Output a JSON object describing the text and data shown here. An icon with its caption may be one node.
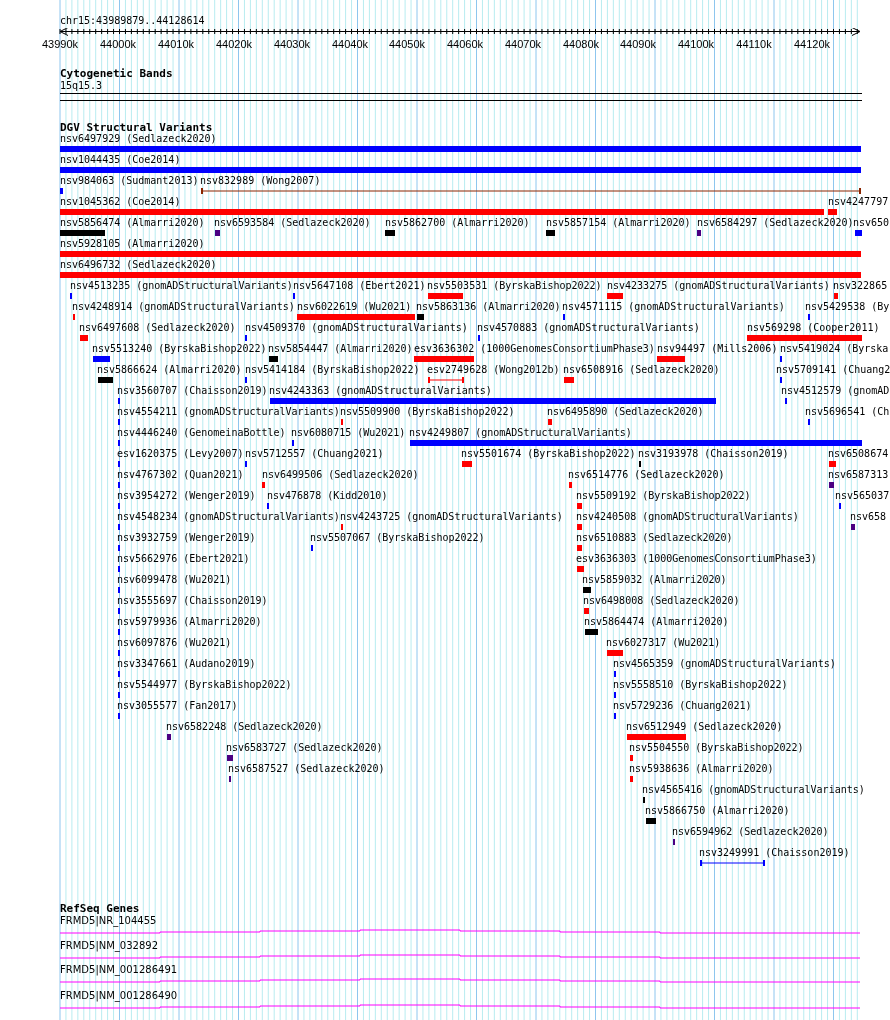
{
  "diagram": {
    "labels": [
      "chr15:43989879..44128614",
      "43990k",
      "44000k",
      "44010k",
      "44020k",
      "44030k",
      "44040k",
      "44050k",
      "44060k",
      "44070k",
      "44080k",
      "44090k",
      "44100k",
      "44110k",
      "44120k",
      "Cytogenetic Bands",
      "15q15.3",
      "DGV Structural Variants",
      "nsv6497929 (Sedlazeck2020)",
      "nsv1044435 (Coe2014)",
      "nsv984063 (Sudmant2013)",
      "nsv832989 (Wong2007)",
      "nsv1045362 (Coe2014)",
      "nsv4247797",
      "nsv5856474 (Almarri2020)",
      "nsv6593584 (Sedlazeck2020)",
      "nsv5862700 (Almarri2020)",
      "nsv5857154 (Almarri2020)",
      "nsv6584297 (Sedlazeck2020)",
      "nsv650",
      "nsv5928105 (Almarri2020)",
      "nsv6496732 (Sedlazeck2020)",
      "nsv4513235 (gnomADStructuralVariants)",
      "nsv5647108 (Ebert2021)",
      "nsv5503531 (ByrskaBishop2022)",
      "nsv4233275 (gnomADStructuralVariants)",
      "nsv322865",
      "nsv4248914 (gnomADStructuralVariants)",
      "nsv6022619 (Wu2021)",
      "nsv5863136 (Almarri2020)",
      "nsv4571115 (gnomADStructuralVariants)",
      "nsv5429538 (By",
      "nsv6497608 (Sedlazeck2020)",
      "nsv4509370 (gnomADStructuralVariants)",
      "nsv4570883 (gnomADStructuralVariants)",
      "nsv569298 (Cooper2011)",
      "nsv5513240 (ByrskaBishop2022)",
      "nsv5854447 (Almarri2020)",
      "esv3636302 (1000GenomesConsortiumPhase3)",
      "nsv94497 (Mills2006)",
      "nsv5419024 (Byrska",
      "nsv5866624 (Almarri2020)",
      "nsv5414184 (ByrskaBishop2022)",
      "esv2749628 (Wong2012b)",
      "nsv6508916 (Sedlazeck2020)",
      "nsv5709141 (Chuang2",
      "nsv3560707 (Chaisson2019)",
      "nsv4243363 (gnomADStructuralVariants)",
      "nsv4512579 (gnomAD",
      "nsv4554211 (gnomADStructuralVariants)",
      "nsv5509900 (ByrskaBishop2022)",
      "nsv6495890 (Sedlazeck2020)",
      "nsv5696541 (Ch",
      "nsv4446240 (GenomeinaBottle)",
      "nsv6080715 (Wu2021)",
      "nsv4249807 (gnomADStructuralVariants)",
      "esv1620375 (Levy2007)",
      "nsv5712557 (Chuang2021)",
      "nsv5501674 (ByrskaBishop2022)",
      "nsv3193978 (Chaisson2019)",
      "nsv6508674",
      "nsv4767302 (Quan2021)",
      "nsv6499506 (Sedlazeck2020)",
      "nsv6514776 (Sedlazeck2020)",
      "nsv6587313",
      "nsv3954272 (Wenger2019)",
      "nsv476878 (Kidd2010)",
      "nsv5509192 (ByrskaBishop2022)",
      "nsv565037",
      "nsv4548234 (gnomADStructuralVariants)",
      "nsv4243725 (gnomADStructuralVariants)",
      "nsv4240508 (gnomADStructuralVariants)",
      "nsv658",
      "nsv3932759 (Wenger2019)",
      "nsv5507067 (ByrskaBishop2022)",
      "nsv6510883 (Sedlazeck2020)",
      "nsv5662976 (Ebert2021)",
      "esv3636303 (1000GenomesConsortiumPhase3)",
      "nsv6099478 (Wu2021)",
      "nsv5859032 (Almarri2020)",
      "nsv3555697 (Chaisson2019)",
      "nsv6498008 (Sedlazeck2020)",
      "nsv5979936 (Almarri2020)",
      "nsv5864474 (Almarri2020)",
      "nsv6097876 (Wu2021)",
      "nsv6027317 (Wu2021)",
      "nsv3347661 (Audano2019)",
      "nsv4565359 (gnomADStructuralVariants)",
      "nsv5544977 (ByrskaBishop2022)",
      "nsv5558510 (ByrskaBishop2022)",
      "nsv3055577 (Fan2017)",
      "nsv5729236 (Chuang2021)",
      "nsv6582248 (Sedlazeck2020)",
      "nsv6512949 (Sedlazeck2020)",
      "nsv6583727 (Sedlazeck2020)",
      "nsv5504550 (ByrskaBishop2022)",
      "nsv6587527 (Sedlazeck2020)",
      "nsv5938636 (Almarri2020)",
      "nsv4565416 (gnomADStructuralVariants)",
      "nsv5866750 (Almarri2020)",
      "nsv6594962 (Sedlazeck2020)",
      "nsv3249991 (Chaisson2019)",
      "RefSeq Genes",
      "FRMD5|NR_104455",
      "FRMD5|NM_032892",
      "FRMD5|NM_001286491",
      "FRMD5|NM_001286490"
    ]
  }
}
